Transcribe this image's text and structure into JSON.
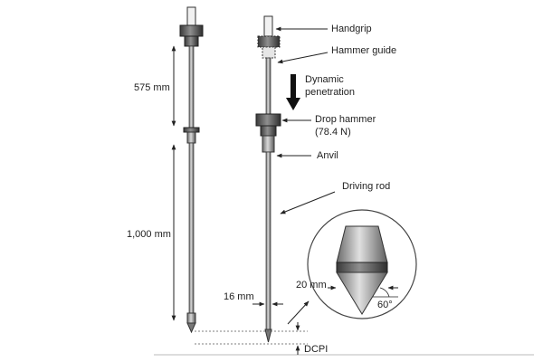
{
  "labels": {
    "handgrip": "Handgrip",
    "hammer_guide": "Hammer guide",
    "dynamic_penetration_line1": "Dynamic",
    "dynamic_penetration_line2": "penetration",
    "drop_hammer_line1": "Drop hammer",
    "drop_hammer_line2": "(78.4 N)",
    "anvil": "Anvil",
    "driving_rod": "Driving rod",
    "dim_upper": "575 mm",
    "dim_lower": "1,000 mm",
    "rod_diameter": "16 mm",
    "cone_diameter": "20 mm",
    "cone_angle": "60°",
    "dcpi": "DCPI"
  },
  "colors": {
    "rod_metal": "#a8a8a8",
    "dark_metal": "#555555",
    "line": "#222222",
    "guide": "#e6e6e6"
  }
}
